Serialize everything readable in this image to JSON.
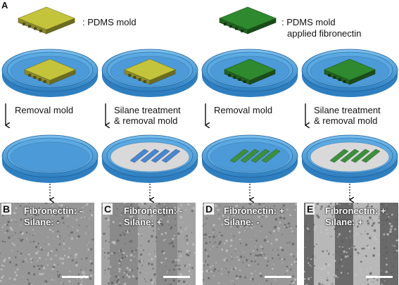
{
  "figure_label": "A",
  "legend": {
    "pdms_mold": ": PDMS mold",
    "pdms_fibronectin_line1": ": PDMS mold",
    "pdms_fibronectin_line2": "applied fibronectin"
  },
  "steps": [
    {
      "line1": "Removal mold",
      "line2": ""
    },
    {
      "line1": "Silane treatment",
      "line2": "& removal mold"
    },
    {
      "line1": "Removal mold",
      "line2": ""
    },
    {
      "line1": "Silane treatment",
      "line2": "& removal mold"
    }
  ],
  "micrographs": [
    {
      "letter": "B",
      "fibronectin": "Fibronectin: -",
      "silane": "Silane: -"
    },
    {
      "letter": "C",
      "fibronectin": "Fibronectin: -",
      "silane": "Silane: +"
    },
    {
      "letter": "D",
      "fibronectin": "Fibronectin: +",
      "silane": "Silane: -"
    },
    {
      "letter": "E",
      "fibronectin": "Fibronectin: +",
      "silane": "Silane: +"
    }
  ],
  "colors": {
    "dish": "#5aa9e0",
    "dish_dark": "#2f7fc0",
    "mold_yellow": "#c4c43c",
    "mold_green": "#2f8a2f",
    "silane_gray": "#d9d9d9",
    "pattern_blue": "#4a86d0",
    "pattern_green": "#3d8f3d"
  }
}
